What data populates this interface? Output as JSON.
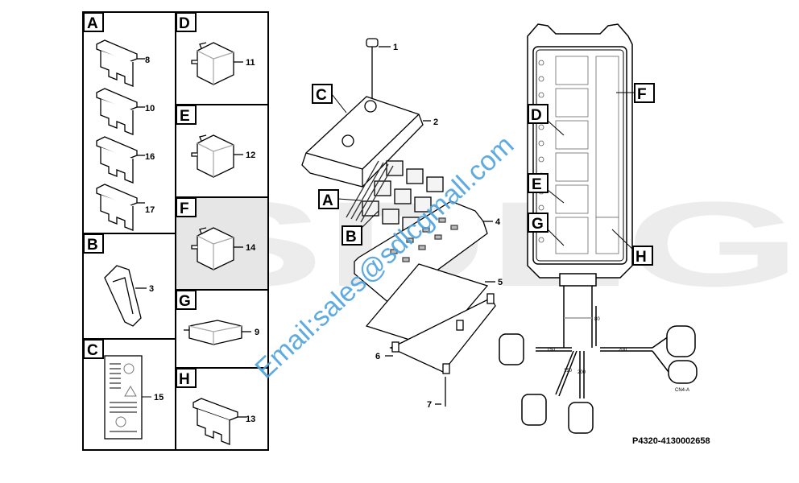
{
  "diagram": {
    "part_number": "P4320-4130002658",
    "watermark_text": "Email:sales@sdlcgmall.com",
    "background_logo": "SDLG",
    "connector_label": "CN4-A",
    "wire_lengths": [
      "80",
      "150",
      "200",
      "150",
      "200"
    ],
    "panels": [
      {
        "letter": "A",
        "items": [
          "8",
          "10",
          "16",
          "17"
        ]
      },
      {
        "letter": "B",
        "items": [
          "3"
        ]
      },
      {
        "letter": "C",
        "items": [
          "15"
        ]
      },
      {
        "letter": "D",
        "items": [
          "11"
        ]
      },
      {
        "letter": "E",
        "items": [
          "12"
        ]
      },
      {
        "letter": "F",
        "items": [
          "14"
        ]
      },
      {
        "letter": "G",
        "items": [
          "9"
        ]
      },
      {
        "letter": "H",
        "items": [
          "13"
        ]
      }
    ],
    "callouts": {
      "exploded": [
        "A",
        "B",
        "C"
      ],
      "layout": [
        "D",
        "E",
        "F",
        "G",
        "H"
      ]
    },
    "assembly_items": [
      "1",
      "2",
      "4",
      "5",
      "6",
      "7"
    ],
    "colors": {
      "line": "#000000",
      "watermark": "#4da3df",
      "panel_gray": "#e6e6e6"
    }
  }
}
